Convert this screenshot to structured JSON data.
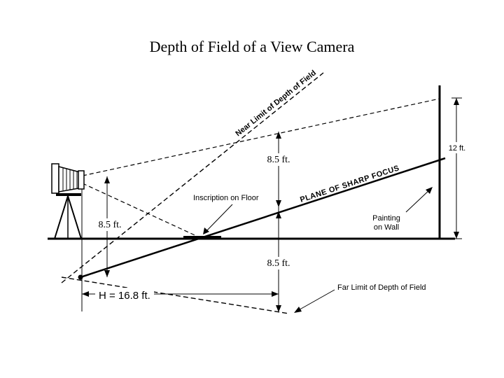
{
  "title": "Depth of Field of a View Camera",
  "labels": {
    "near_limit": "Near Limit of Depth of Field",
    "far_limit": "Far Limit of Depth of Field",
    "plane_of_focus": "PLANE OF SHARP FOCUS",
    "inscription": "Inscription on Floor",
    "painting_line1": "Painting",
    "painting_line2": "on Wall",
    "wall_height": "12 ft.",
    "upper_distance": "8.5 ft.",
    "lower_distance": "8.5 ft.",
    "camera_height": "8.5 ft.",
    "hyperfocal": "H = 16.8 ft."
  },
  "icons": {
    "camera": "view-camera-icon"
  }
}
